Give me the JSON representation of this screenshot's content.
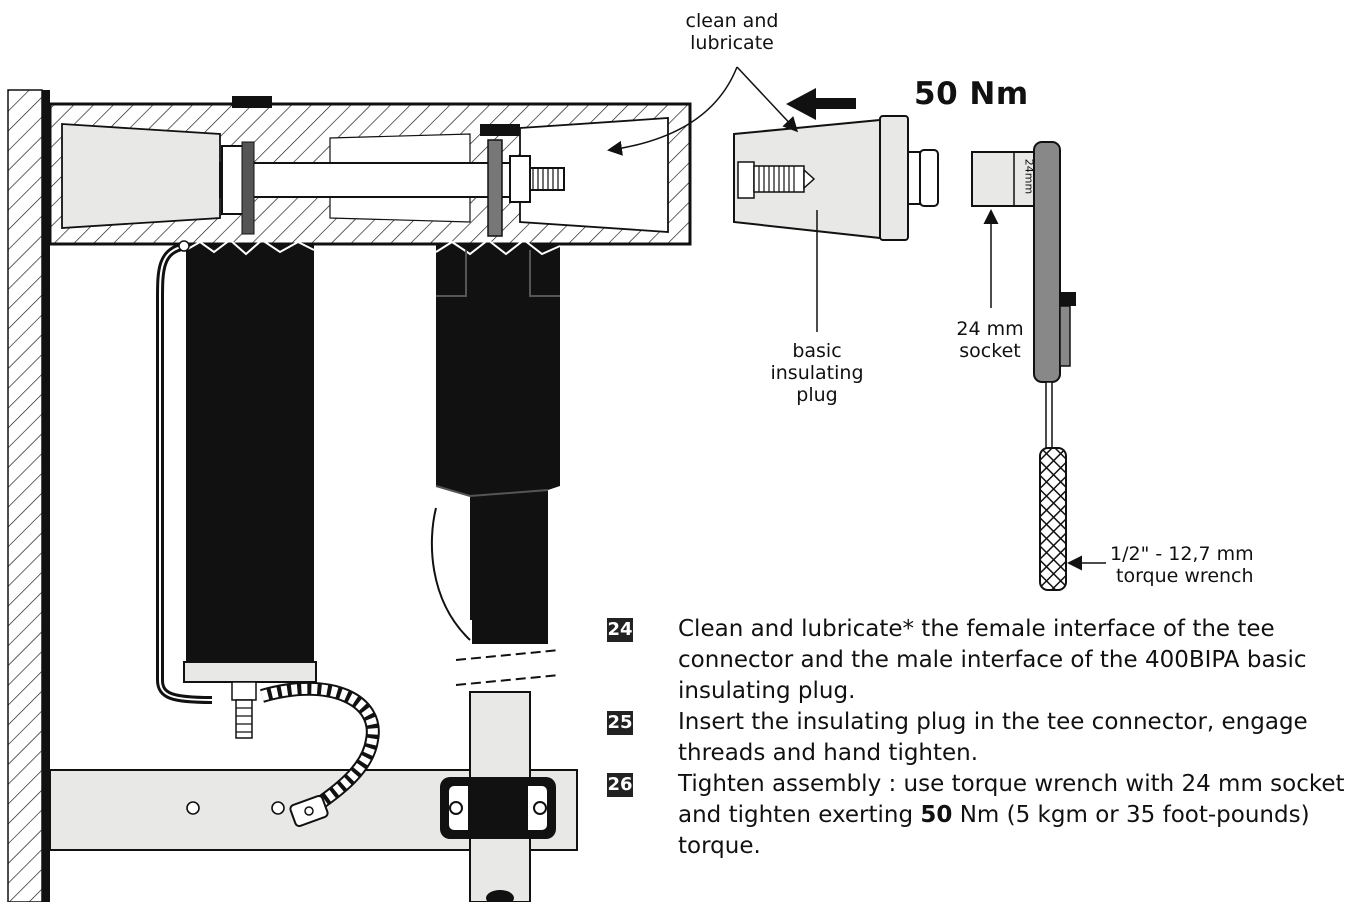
{
  "labels": {
    "clean_lubricate_1": "clean and",
    "clean_lubricate_2": "lubricate",
    "torque": "50 Nm",
    "plug_1": "basic",
    "plug_2": "insulating",
    "plug_3": "plug",
    "socket_1": "24 mm",
    "socket_2": "socket",
    "socket_marking": "24mm",
    "wrench_1": "1/2\" - 12,7 mm",
    "wrench_2": "torque wrench"
  },
  "steps": [
    {
      "number": "24",
      "lines": [
        "Clean and lubricate* the female interface of the tee",
        "connector and the male interface of the 400BIPA basic",
        "insulating plug."
      ]
    },
    {
      "number": "25",
      "lines": [
        "Insert the insulating plug in the tee connector, engage",
        "threads and hand tighten."
      ]
    },
    {
      "number": "26",
      "line1": "Tighten assembly : use torque wrench with 24 mm socket",
      "line2_pre": "and tighten exerting ",
      "line2_bold": "50",
      "line2_post": " Nm (5 kgm or 35 foot-pounds)",
      "line3": "torque."
    }
  ]
}
